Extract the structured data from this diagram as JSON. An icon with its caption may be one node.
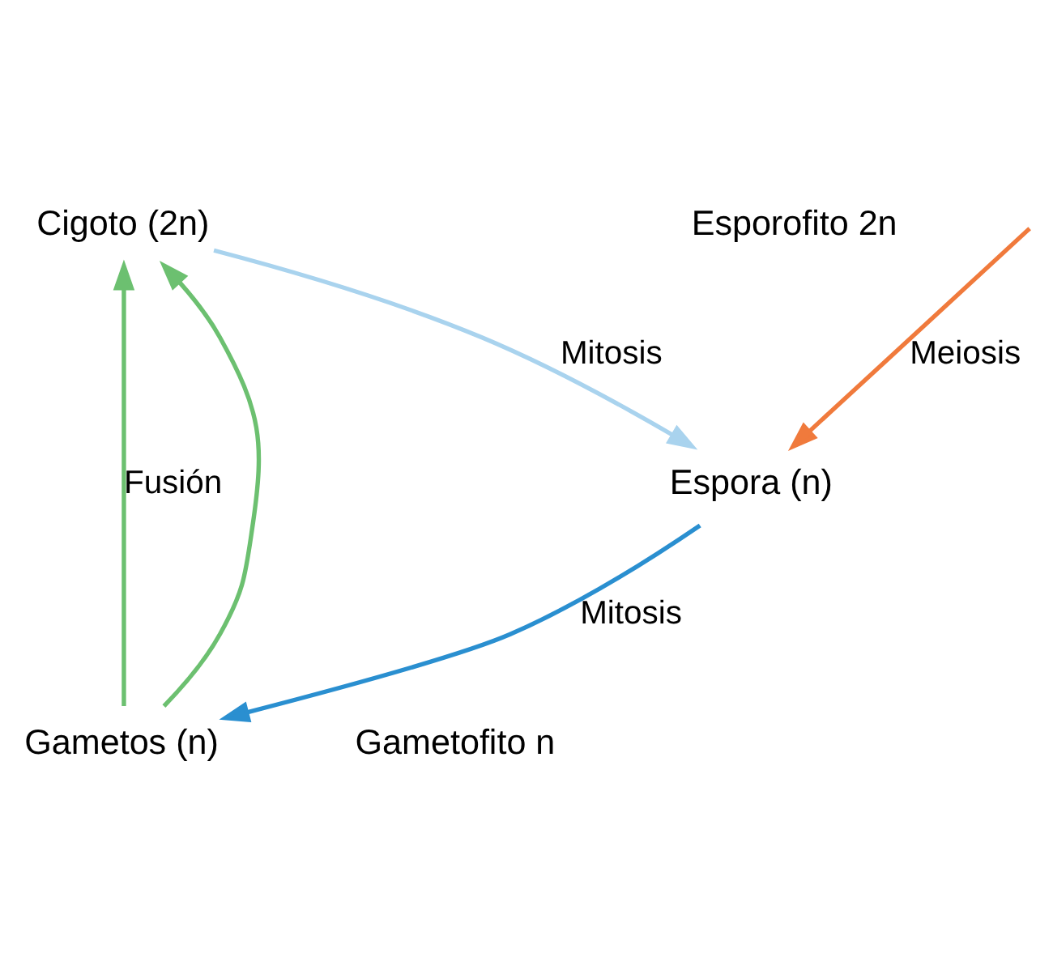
{
  "diagram": {
    "nodes": [
      {
        "text": [
          "Cigoto (2n)"
        ]
      },
      {
        "text": [
          "Espora (n)"
        ]
      },
      {
        "text": [
          "Gametos (n)"
        ]
      }
    ],
    "edges": [
      {
        "from": 0,
        "to": 1,
        "arrow": "to",
        "label": "Mitosis",
        "color": "#a9d3ee"
      },
      {
        "from": null,
        "to": 1,
        "arrow": "to",
        "label": "Meiosis",
        "color": "#f07a3c"
      },
      {
        "from": 2,
        "to": 0,
        "arrow": "to",
        "color": "#6cc070"
      },
      {
        "from": 2,
        "to": 0,
        "arrow": "to",
        "label": "Fusión",
        "color": "#6cc070"
      },
      {
        "from": 1,
        "to": 2,
        "arrow": "to",
        "label": "Mitosis",
        "color": "#2a8fd0"
      }
    ],
    "labels": [
      "Esporofito 2n",
      "Gametofito n"
    ]
  }
}
